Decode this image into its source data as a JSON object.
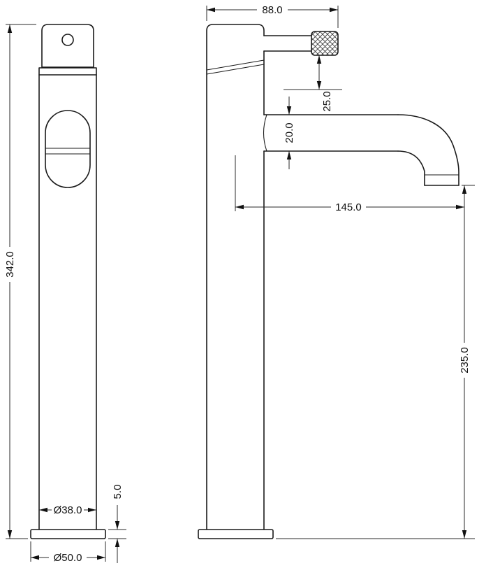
{
  "dims": {
    "total_height": "342.0",
    "top_assembly_width": "88.0",
    "lever_to_spout_gap": "25.0",
    "spout_tube_diameter": "20.0",
    "spout_reach": "145.0",
    "outlet_to_base_height": "235.0",
    "body_diameter": "Ø38.0",
    "base_plate_thickness": "5.0",
    "base_diameter": "Ø50.0"
  },
  "style": {
    "line_color": "#1a1a1a",
    "dimension_color": "#2a2a2a",
    "background": "#ffffff"
  }
}
